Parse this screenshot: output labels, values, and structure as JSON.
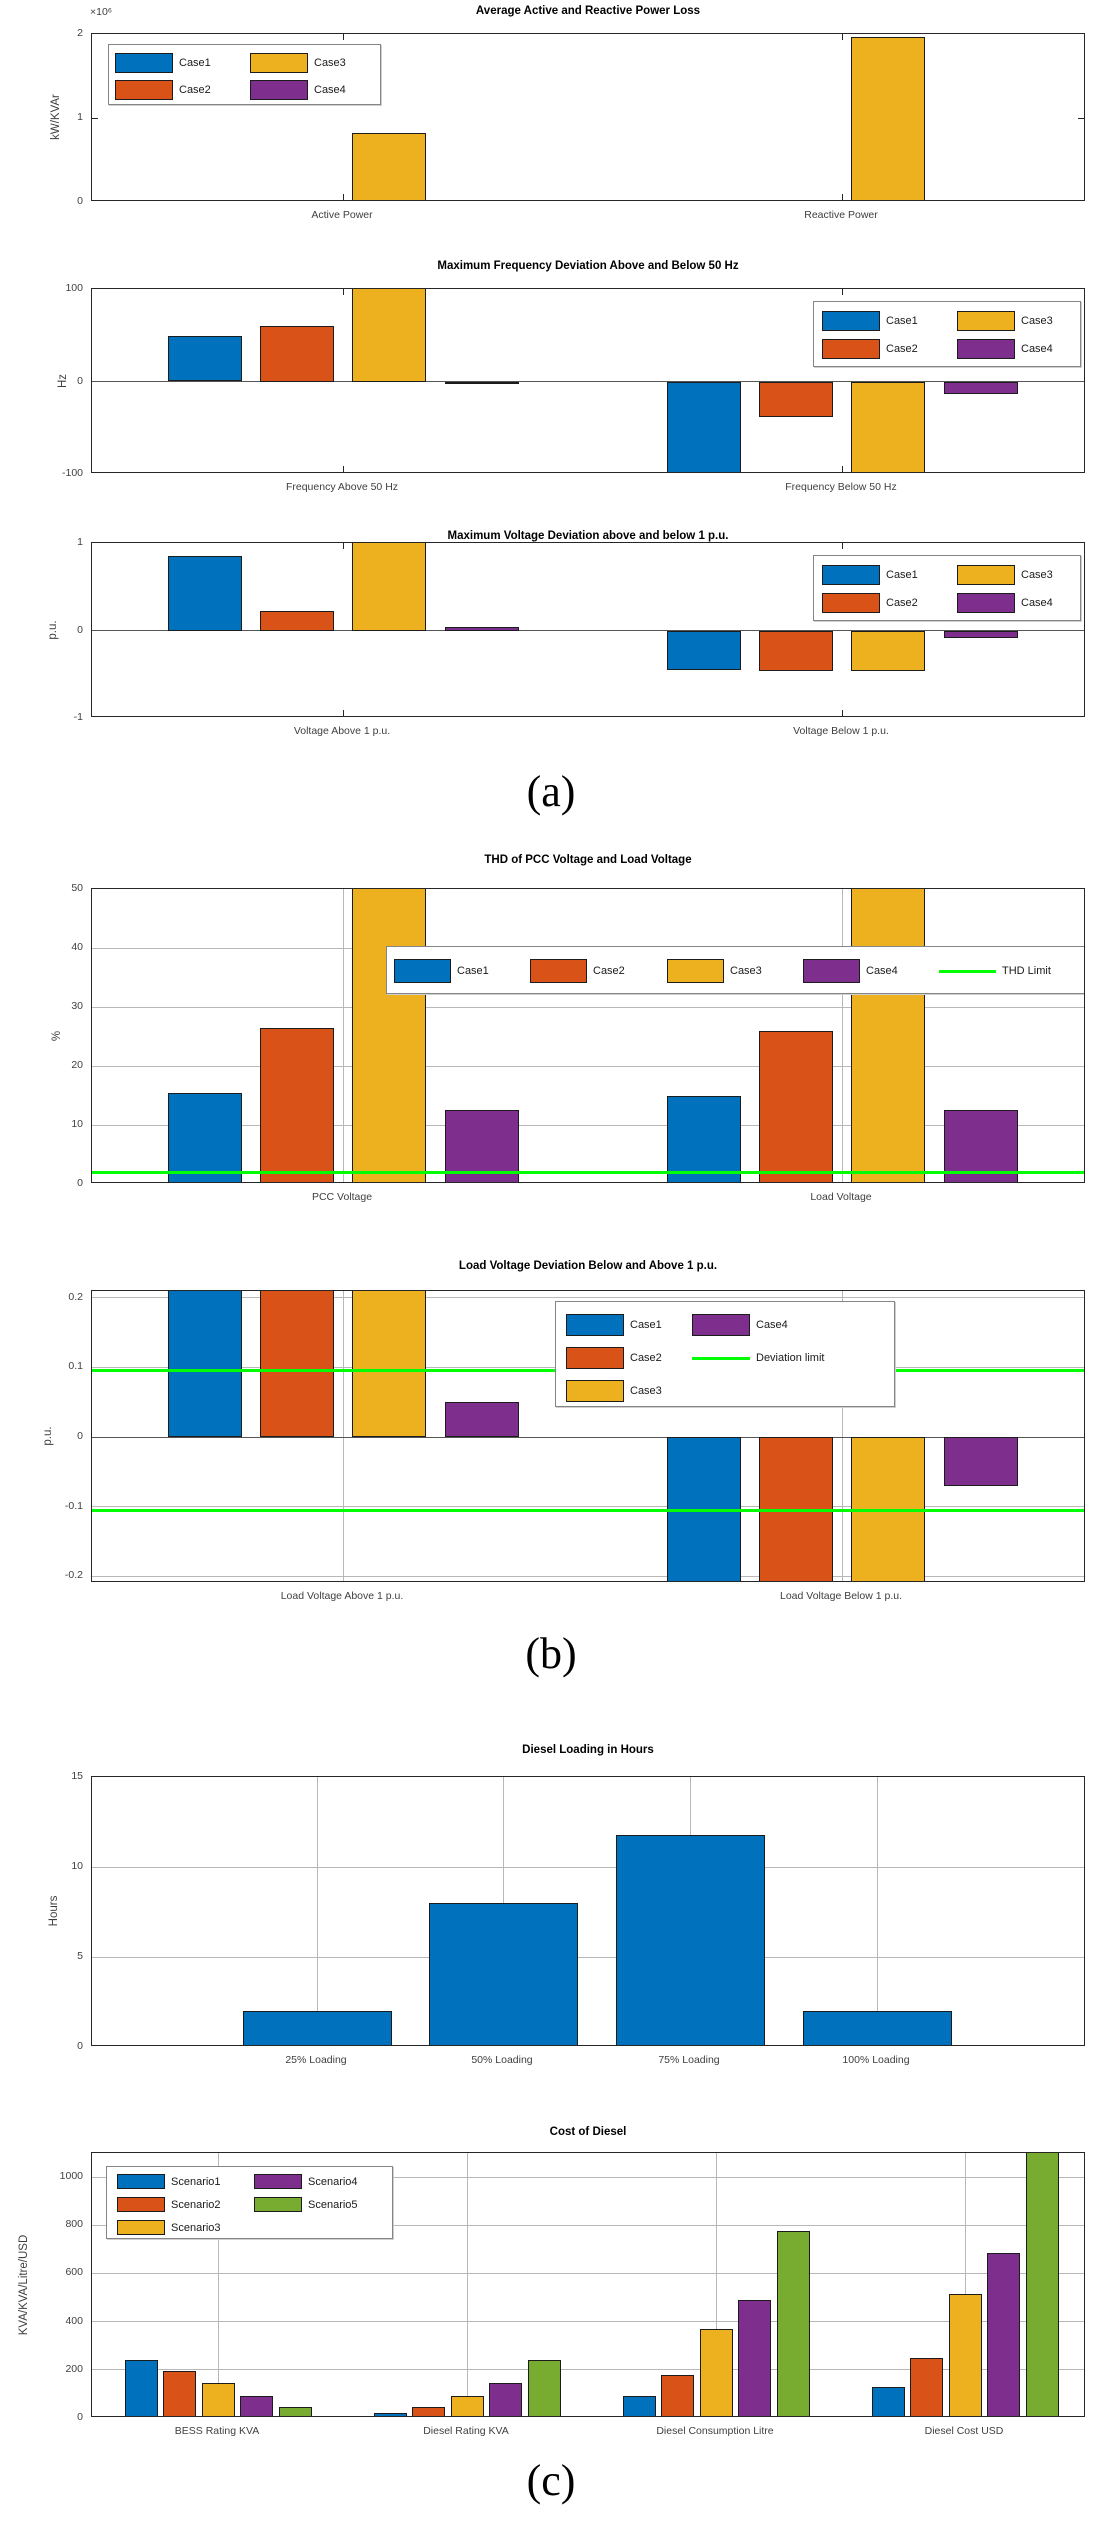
{
  "figure": {
    "background": "#ffffff",
    "section_labels": [
      "(a)",
      "(b)",
      "(c)"
    ]
  },
  "palette": {
    "blue": "#0072BD",
    "orange": "#D95319",
    "yellow": "#EDB120",
    "purple": "#7E2F8E",
    "green": "#77AC30",
    "limit_green": "#00FF00",
    "axis": "#262626",
    "grid": "#b8b8b8"
  },
  "charts": [
    {
      "title": "Average Active and Reactive Power Loss",
      "ylabel": "kW/KVAr",
      "y_exponent": "×10⁶",
      "chart_data": {
        "type": "bar",
        "categories": [
          "Active Power",
          "Reactive Power"
        ],
        "series": [
          {
            "name": "Case1",
            "color": "blue",
            "values": [
              0,
              0
            ]
          },
          {
            "name": "Case2",
            "color": "orange",
            "values": [
              0,
              0
            ]
          },
          {
            "name": "Case3",
            "color": "yellow",
            "values": [
              0.82,
              1.97
            ]
          },
          {
            "name": "Case4",
            "color": "purple",
            "values": [
              0,
              0
            ]
          }
        ],
        "value_unit": "×10^6 kW/KVAr",
        "ylim": [
          0,
          2
        ],
        "ytick_vals": [
          0,
          1,
          2
        ],
        "ytick_labels": [
          "0",
          "1",
          "2"
        ],
        "grid_h": false,
        "grid_v": false,
        "legend": {
          "position": "top-left",
          "items": [
            {
              "label": "Case1",
              "color": "blue",
              "type": "patch"
            },
            {
              "label": "Case2",
              "color": "orange",
              "type": "patch"
            },
            {
              "label": "Case3",
              "color": "yellow",
              "type": "patch"
            },
            {
              "label": "Case4",
              "color": "purple",
              "type": "patch"
            }
          ]
        }
      }
    },
    {
      "title": "Maximum Frequency Deviation Above and Below 50 Hz",
      "ylabel": "Hz",
      "chart_data": {
        "type": "bar",
        "categories": [
          "Frequency Above 50 Hz",
          "Frequency Below 50 Hz"
        ],
        "series": [
          {
            "name": "Case1",
            "color": "blue",
            "values": [
              49,
              -102
            ]
          },
          {
            "name": "Case2",
            "color": "orange",
            "values": [
              60,
              -38
            ]
          },
          {
            "name": "Case3",
            "color": "yellow",
            "values": [
              102,
              -102
            ]
          },
          {
            "name": "Case4",
            "color": "purple",
            "values": [
              -1,
              -13
            ]
          }
        ],
        "ylim": [
          -100,
          100
        ],
        "ytick_vals": [
          -100,
          0,
          100
        ],
        "ytick_labels": [
          "-100",
          "0",
          "100"
        ],
        "grid_h": false,
        "grid_v": false,
        "legend": {
          "position": "top-right",
          "items": [
            {
              "label": "Case1",
              "color": "blue",
              "type": "patch"
            },
            {
              "label": "Case2",
              "color": "orange",
              "type": "patch"
            },
            {
              "label": "Case3",
              "color": "yellow",
              "type": "patch"
            },
            {
              "label": "Case4",
              "color": "purple",
              "type": "patch"
            }
          ]
        }
      }
    },
    {
      "title": "Maximum Voltage Deviation above and below 1 p.u.",
      "ylabel": "p.u.",
      "chart_data": {
        "type": "bar",
        "categories": [
          "Voltage Above 1 p.u.",
          "Voltage Below 1 p.u."
        ],
        "series": [
          {
            "name": "Case1",
            "color": "blue",
            "values": [
              0.85,
              -0.45
            ]
          },
          {
            "name": "Case2",
            "color": "orange",
            "values": [
              0.22,
              -0.46
            ]
          },
          {
            "name": "Case3",
            "color": "yellow",
            "values": [
              1.02,
              -0.46
            ]
          },
          {
            "name": "Case4",
            "color": "purple",
            "values": [
              0.04,
              -0.08
            ]
          }
        ],
        "ylim": [
          -1,
          1
        ],
        "ytick_vals": [
          -1,
          0,
          1
        ],
        "ytick_labels": [
          "-1",
          "0",
          "1"
        ],
        "grid_h": false,
        "grid_v": false,
        "legend": {
          "position": "top-right",
          "items": [
            {
              "label": "Case1",
              "color": "blue",
              "type": "patch"
            },
            {
              "label": "Case2",
              "color": "orange",
              "type": "patch"
            },
            {
              "label": "Case3",
              "color": "yellow",
              "type": "patch"
            },
            {
              "label": "Case4",
              "color": "purple",
              "type": "patch"
            }
          ]
        }
      }
    },
    {
      "title": "THD of PCC Voltage and Load Voltage",
      "ylabel": "%",
      "chart_data": {
        "type": "bar",
        "categories": [
          "PCC Voltage",
          "Load Voltage"
        ],
        "series": [
          {
            "name": "Case1",
            "color": "blue",
            "values": [
              15.5,
              15
            ]
          },
          {
            "name": "Case2",
            "color": "orange",
            "values": [
              26.5,
              26
            ]
          },
          {
            "name": "Case3",
            "color": "yellow",
            "values": [
              52,
              52
            ]
          },
          {
            "name": "Case4",
            "color": "purple",
            "values": [
              12.5,
              12.5
            ]
          }
        ],
        "ylim": [
          0,
          50
        ],
        "ytick_vals": [
          0,
          10,
          20,
          30,
          40,
          50
        ],
        "ytick_labels": [
          "0",
          "10",
          "20",
          "30",
          "40",
          "50"
        ],
        "grid_h": true,
        "grid_v": true,
        "limit_lines": [
          {
            "label": "THD Limit",
            "value": 2
          }
        ],
        "legend": {
          "position": "center-right-row",
          "items": [
            {
              "label": "Case1",
              "color": "blue",
              "type": "patch"
            },
            {
              "label": "Case2",
              "color": "orange",
              "type": "patch"
            },
            {
              "label": "Case3",
              "color": "yellow",
              "type": "patch"
            },
            {
              "label": "Case4",
              "color": "purple",
              "type": "patch"
            },
            {
              "label": "THD Limit",
              "color": "limit_green",
              "type": "line"
            }
          ]
        }
      }
    },
    {
      "title": "Load Voltage Deviation Below and Above 1 p.u.",
      "ylabel": "p.u.",
      "chart_data": {
        "type": "bar",
        "categories": [
          "Load Voltage Above 1 p.u.",
          "Load Voltage Below 1 p.u."
        ],
        "series": [
          {
            "name": "Case1",
            "color": "blue",
            "values": [
              0.22,
              -0.22
            ]
          },
          {
            "name": "Case2",
            "color": "orange",
            "values": [
              0.22,
              -0.22
            ]
          },
          {
            "name": "Case3",
            "color": "yellow",
            "values": [
              0.22,
              -0.22
            ]
          },
          {
            "name": "Case4",
            "color": "purple",
            "values": [
              0.05,
              -0.07
            ]
          }
        ],
        "ylim": [
          -0.21,
          0.21
        ],
        "ytick_vals": [
          -0.2,
          -0.1,
          0,
          0.1,
          0.2
        ],
        "ytick_labels": [
          "-0.2",
          "-0.1",
          "0",
          "0.1",
          "0.2"
        ],
        "grid_h": true,
        "grid_v": true,
        "limit_lines": [
          {
            "label": "Deviation limit",
            "value": 0.095
          },
          {
            "label": "Deviation limit",
            "value": -0.105
          }
        ],
        "legend": {
          "position": "upper-middle-right",
          "items": [
            {
              "label": "Case1",
              "color": "blue",
              "type": "patch"
            },
            {
              "label": "Case2",
              "color": "orange",
              "type": "patch"
            },
            {
              "label": "Case3",
              "color": "yellow",
              "type": "patch"
            },
            {
              "label": "Case4",
              "color": "purple",
              "type": "patch"
            },
            {
              "label": "Deviation limit",
              "color": "limit_green",
              "type": "line"
            }
          ]
        }
      }
    },
    {
      "title": "Diesel Loading in Hours",
      "ylabel": "Hours",
      "chart_data": {
        "type": "bar",
        "categories": [
          "25% Loading",
          "50% Loading",
          "75% Loading",
          "100% Loading"
        ],
        "series": [
          {
            "name": "Hours",
            "color": "blue",
            "values": [
              2,
              8,
              11.8,
              2
            ]
          }
        ],
        "ylim": [
          0,
          15
        ],
        "ytick_vals": [
          0,
          5,
          10,
          15
        ],
        "ytick_labels": [
          "0",
          "5",
          "10",
          "15"
        ],
        "grid_h": true,
        "grid_v": true
      }
    },
    {
      "title": "Cost of Diesel",
      "ylabel": "KVA/KVA/Litre/USD",
      "chart_data": {
        "type": "bar",
        "categories": [
          "BESS Rating KVA",
          "Diesel Rating KVA",
          "Diesel Consumption Litre",
          "Diesel Cost USD"
        ],
        "series": [
          {
            "name": "Scenario1",
            "color": "blue",
            "values": [
              240,
              20,
              90,
              130
            ]
          },
          {
            "name": "Scenario2",
            "color": "orange",
            "values": [
              195,
              45,
              180,
              250
            ]
          },
          {
            "name": "Scenario3",
            "color": "yellow",
            "values": [
              145,
              90,
              370,
              515
            ]
          },
          {
            "name": "Scenario4",
            "color": "purple",
            "values": [
              90,
              145,
              490,
              685
            ]
          },
          {
            "name": "Scenario5",
            "color": "green",
            "values": [
              45,
              240,
              775,
              1120
            ]
          }
        ],
        "ylim": [
          0,
          1100
        ],
        "ytick_vals": [
          0,
          200,
          400,
          600,
          800,
          1000
        ],
        "ytick_labels": [
          "0",
          "200",
          "400",
          "600",
          "800",
          "1000"
        ],
        "grid_h": true,
        "grid_v": true,
        "legend": {
          "position": "top-left",
          "items": [
            {
              "label": "Scenario1",
              "color": "blue",
              "type": "patch"
            },
            {
              "label": "Scenario2",
              "color": "orange",
              "type": "patch"
            },
            {
              "label": "Scenario3",
              "color": "yellow",
              "type": "patch"
            },
            {
              "label": "Scenario4",
              "color": "purple",
              "type": "patch"
            },
            {
              "label": "Scenario5",
              "color": "green",
              "type": "patch"
            }
          ]
        }
      }
    }
  ]
}
